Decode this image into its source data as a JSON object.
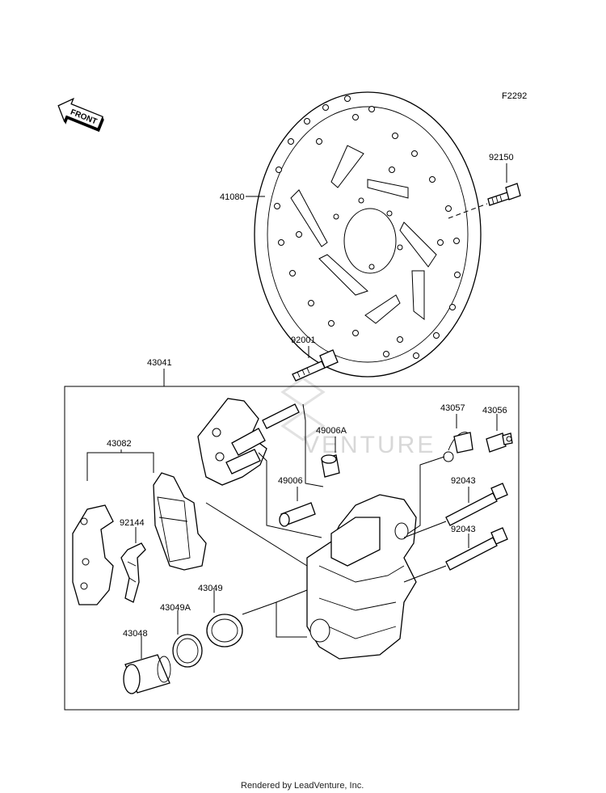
{
  "figure_code": "F2292",
  "front_label": "FRONT",
  "watermark": "VENTURE",
  "footer": "Rendered by LeadVenture, Inc.",
  "parts": {
    "disc": "41080",
    "disc_bolt": "92150",
    "caliper_assy": "43041",
    "caliper_bolt": "92001",
    "pad_set": "43082",
    "pad_spring": "92144",
    "boot_a": "49006A",
    "boot": "49006",
    "bleeder_cap": "43057",
    "bleeder_valve": "43056",
    "pin_upper": "92043",
    "pin_lower": "92043",
    "piston_seal": "43049",
    "piston_seal_a": "43049A",
    "piston": "43048"
  }
}
